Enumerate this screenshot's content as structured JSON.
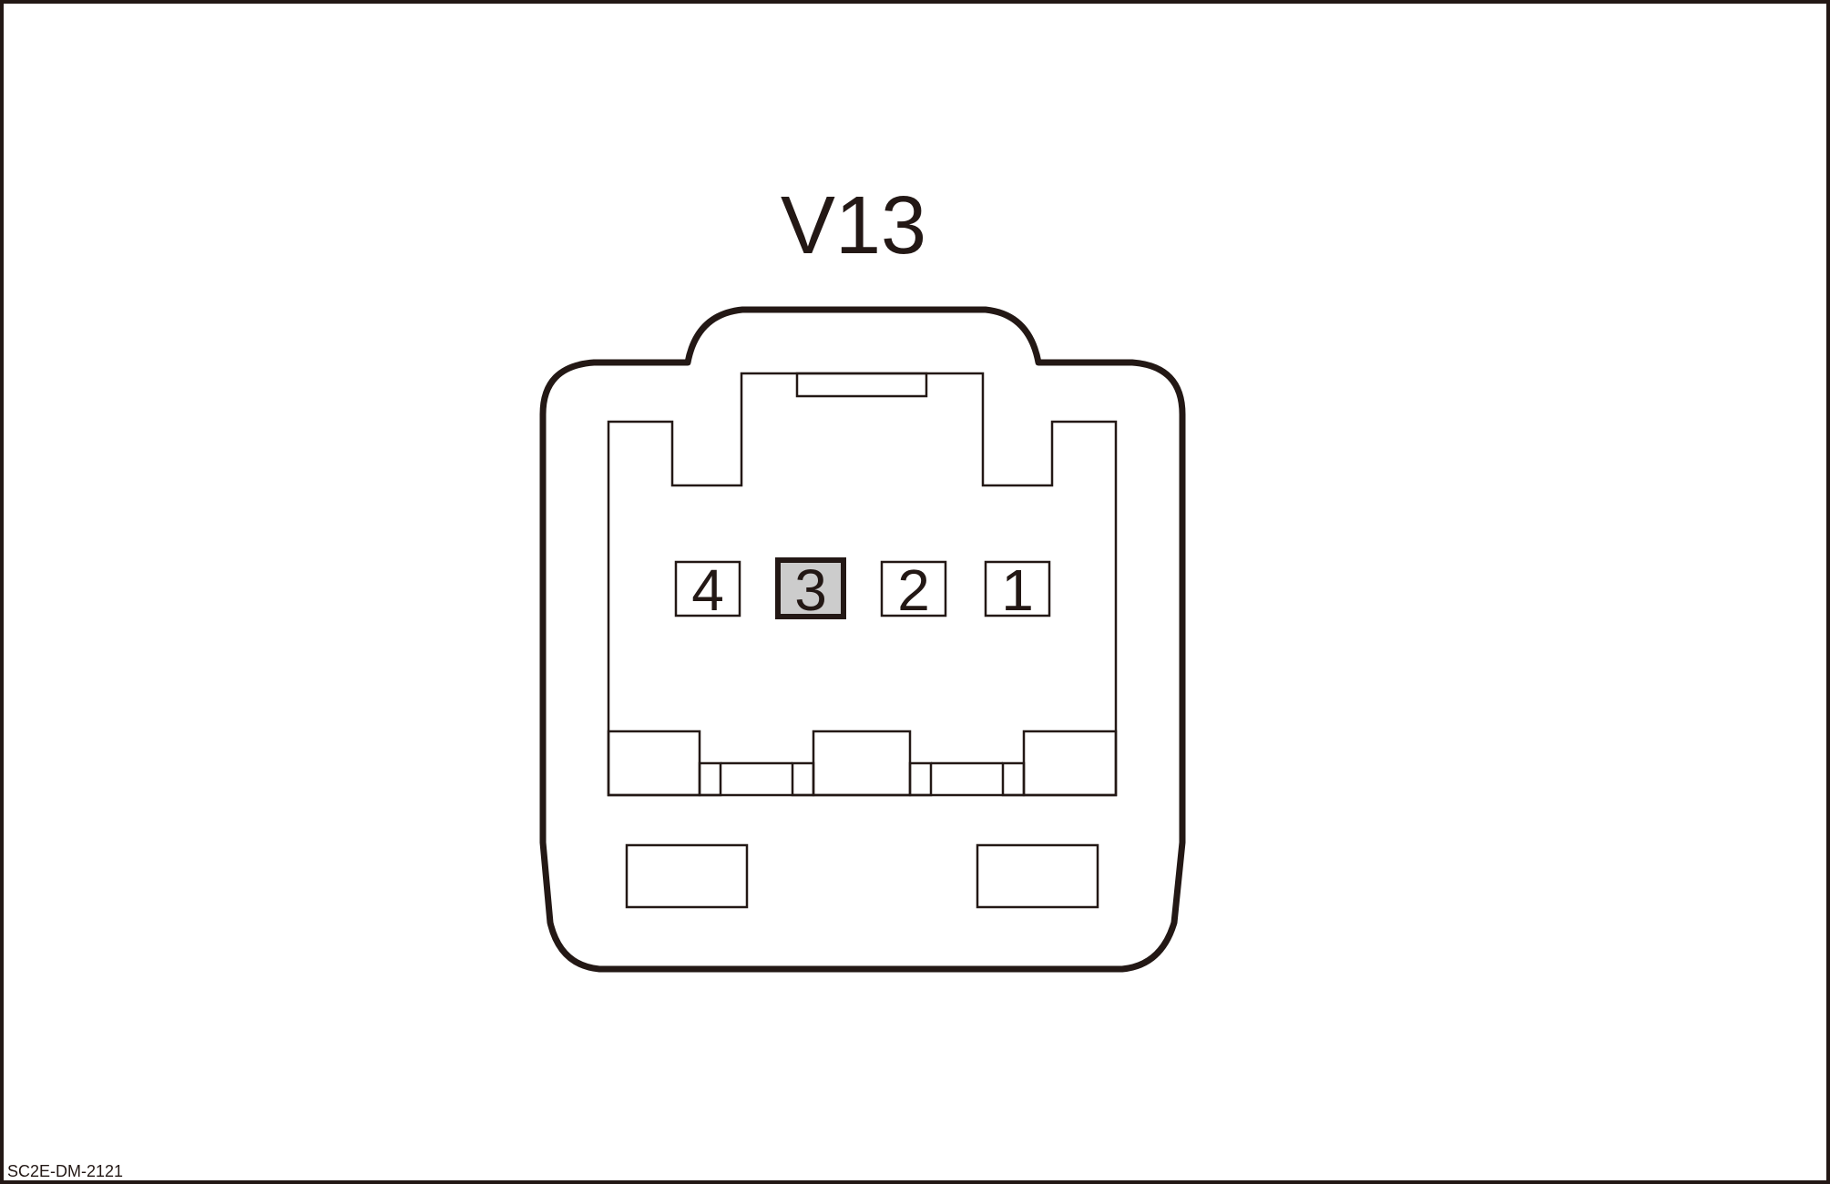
{
  "diagram": {
    "connector_label": "V13",
    "reference_code": "SC2E-DM-2121",
    "pins": [
      {
        "number": "4",
        "highlighted": false
      },
      {
        "number": "3",
        "highlighted": true
      },
      {
        "number": "2",
        "highlighted": false
      },
      {
        "number": "1",
        "highlighted": false
      }
    ]
  },
  "colors": {
    "stroke": "#231815",
    "highlight_fill": "#cccccc",
    "background": "#ffffff"
  }
}
